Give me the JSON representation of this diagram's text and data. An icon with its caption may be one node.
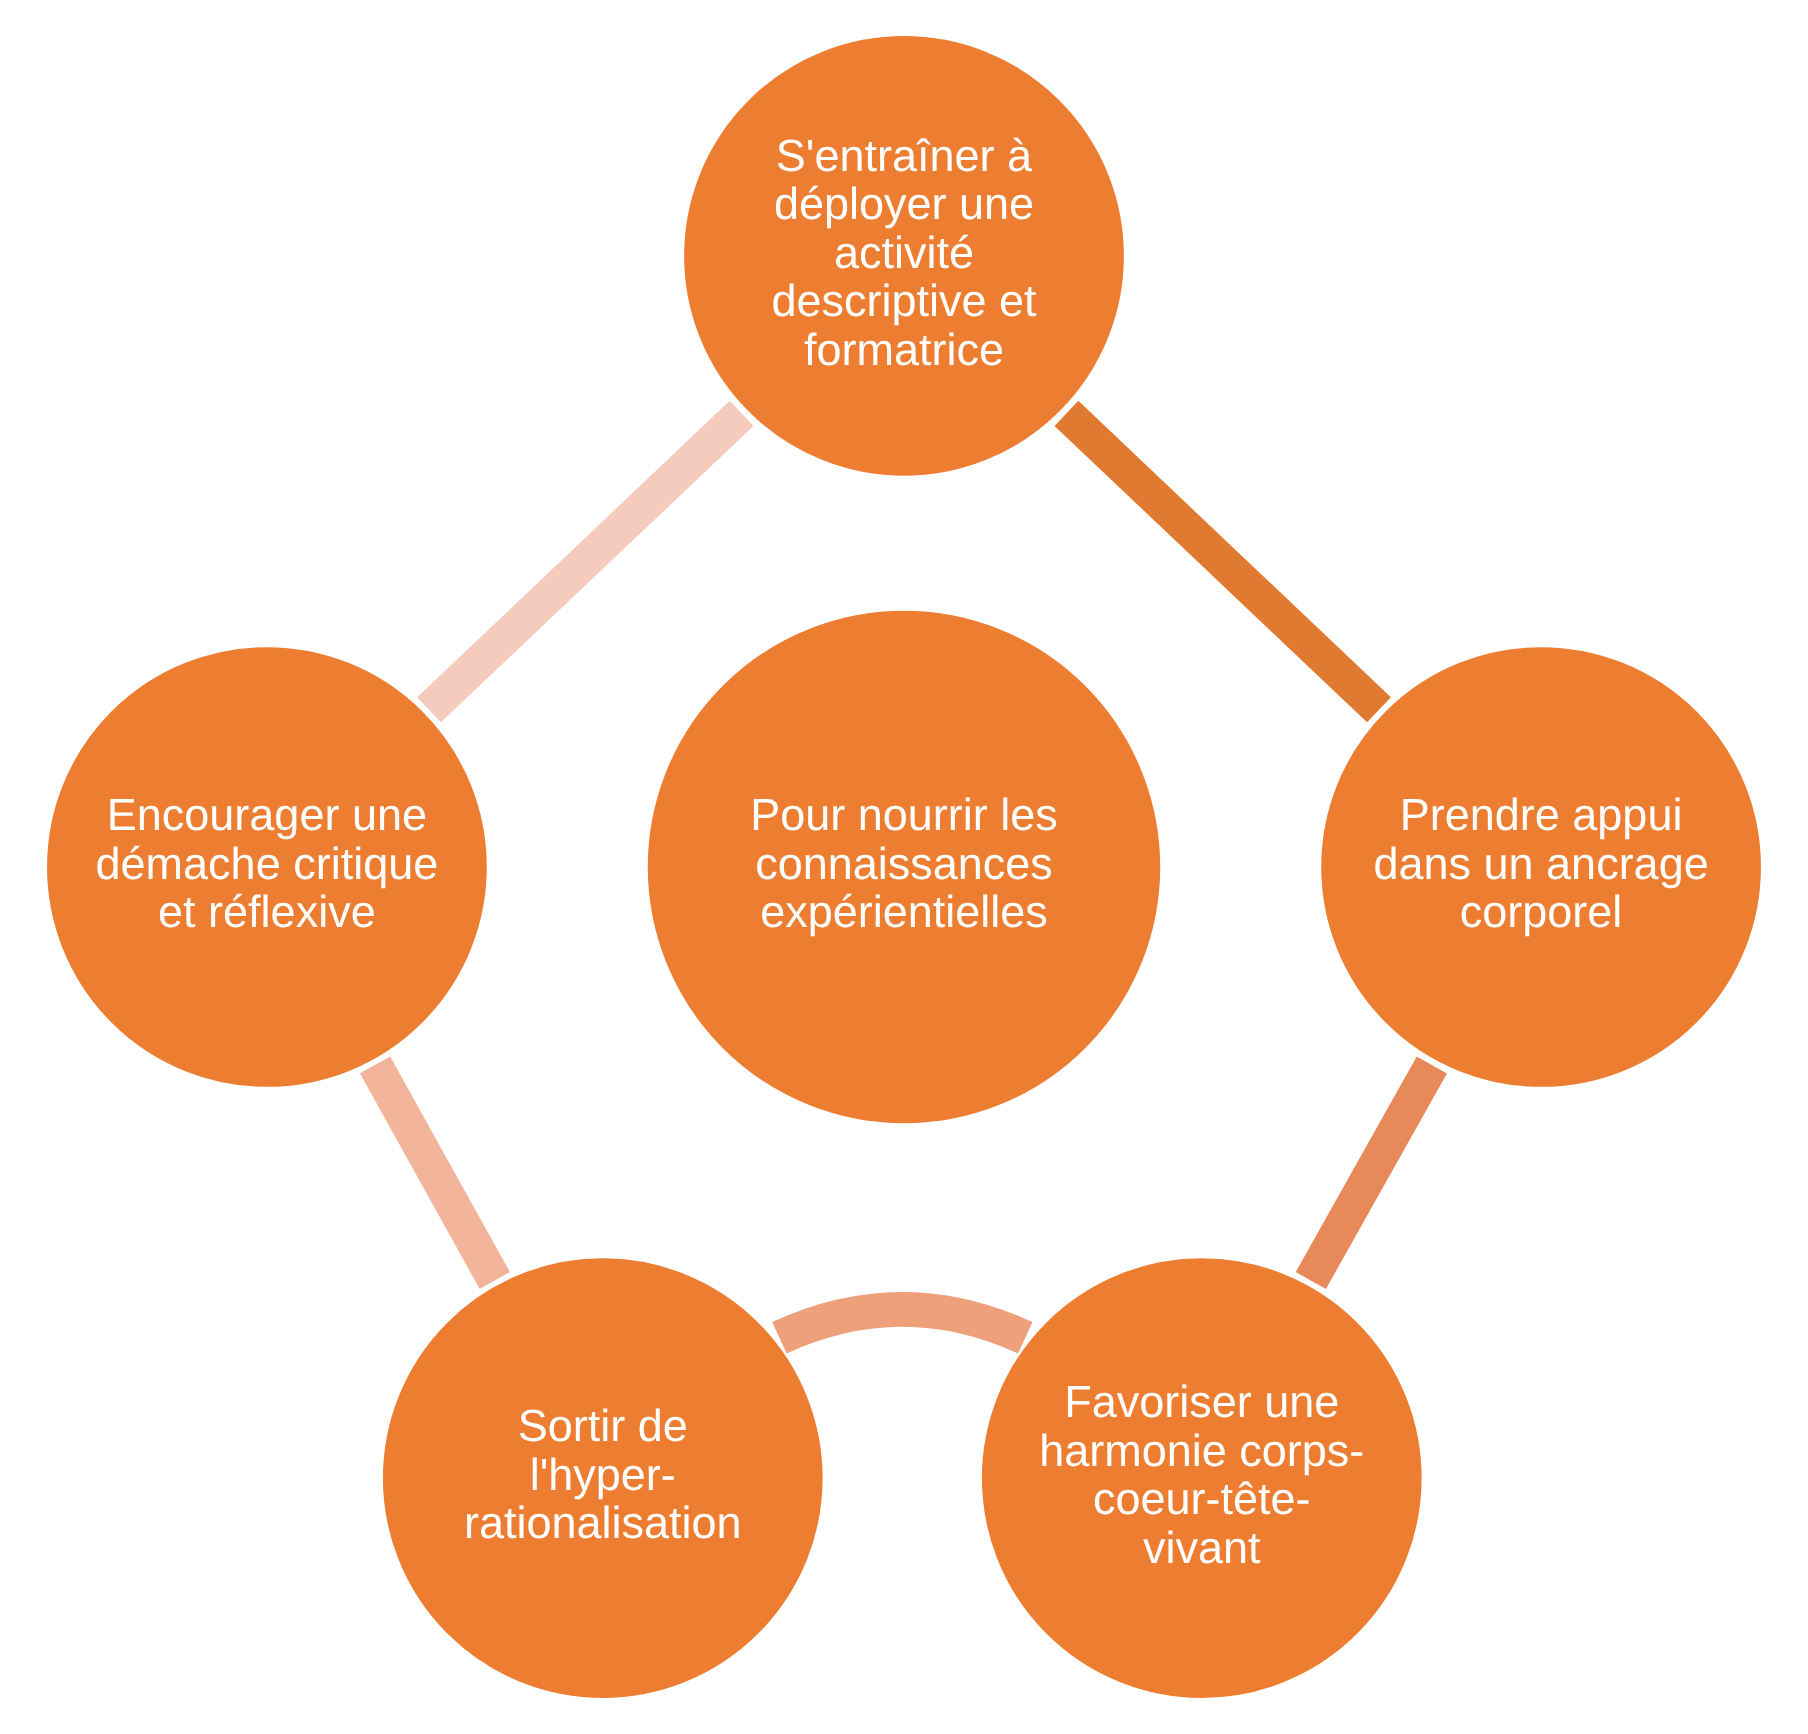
{
  "diagram": {
    "nodes": [
      {
        "text": [
          "S'entraîner à déployer une activité descriptive et formatrice"
        ]
      },
      {
        "text": [
          "Prendre appui dans un ancrage corporel"
        ]
      },
      {
        "text": [
          "Favoriser une harmonie corps-coeur-tête-vivant"
        ]
      },
      {
        "text": [
          "Sortir de l'hyper-rationalisation"
        ]
      },
      {
        "text": [
          "Encourager une démache critique et réflexive"
        ]
      },
      {
        "text": [
          "Pour nourrir les connaissances expérientielles"
        ]
      }
    ],
    "edges": [
      {
        "from": 0,
        "to": 1,
        "arrow": "none",
        "color": "#e07a30"
      },
      {
        "from": 1,
        "to": 2,
        "arrow": "none",
        "color": "#e8895a"
      },
      {
        "from": 2,
        "to": 3,
        "arrow": "none",
        "color": "#eea07a"
      },
      {
        "from": 3,
        "to": 4,
        "arrow": "none",
        "color": "#f2b49a"
      },
      {
        "from": 4,
        "to": 0,
        "arrow": "none",
        "color": "#f5cbbd"
      }
    ]
  }
}
